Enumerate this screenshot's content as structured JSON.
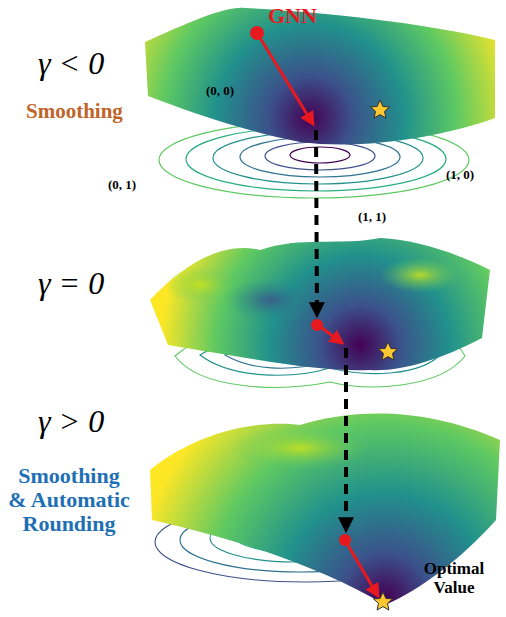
{
  "diagram": {
    "labels": [
      "γ < 0",
      "Smoothing",
      "GNN",
      "(0, 0)",
      "(1, 0)",
      "(0, 1)",
      "(1, 1)",
      "γ = 0",
      "γ > 0",
      "Smoothing & Automatic Rounding",
      "Optimal Value"
    ]
  }
}
